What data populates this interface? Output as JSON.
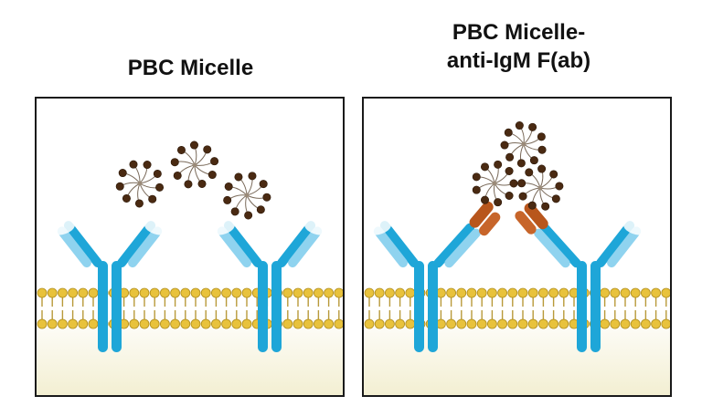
{
  "titles": {
    "left": "PBC Micelle",
    "right_line1": "PBC Micelle-",
    "right_line2": "anti-IgM F(ab)"
  },
  "colors": {
    "antibody_light": "#8fd3ef",
    "antibody_dark": "#1ea6d8",
    "fab_brown": "#b8561c",
    "lipid_head": "#e8c23c",
    "lipid_tail": "#b89a3a",
    "micelle_bead": "#4a2a12",
    "micelle_chain": "#7a6a5a",
    "cytoplasm": "#f4f1d8",
    "panel_border": "#1a1a1a"
  }
}
